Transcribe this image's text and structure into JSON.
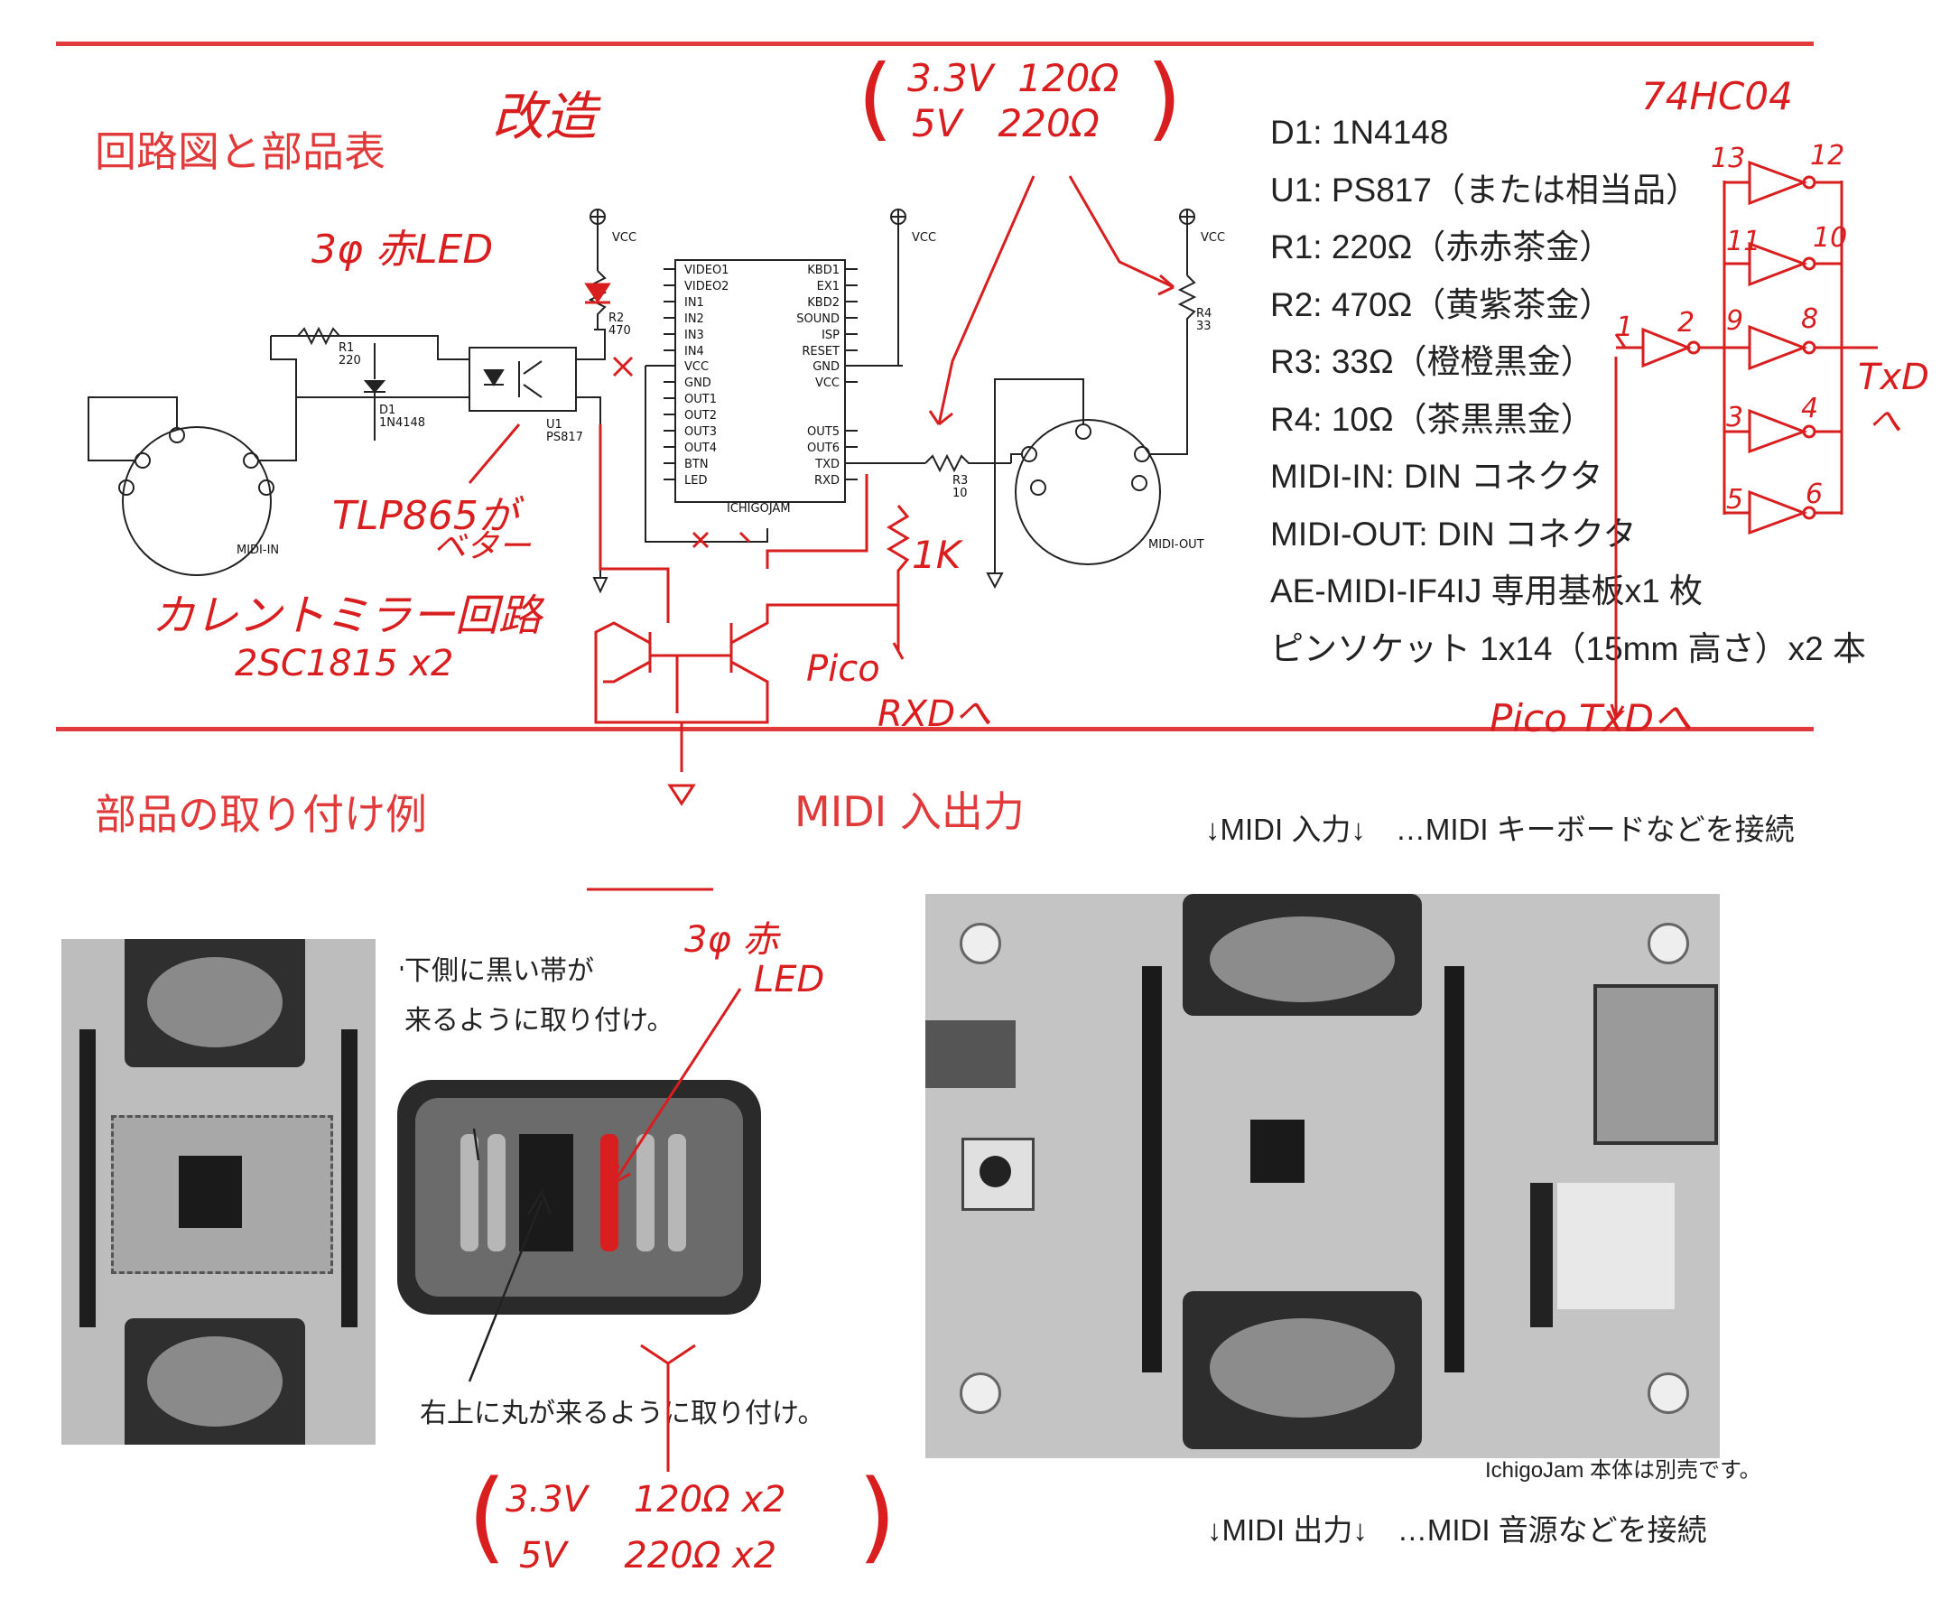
{
  "headings": {
    "circuit": "回路図と部品表",
    "mod": "改造",
    "install": "部品の取り付け例",
    "midi_io": "MIDI 入出力"
  },
  "handwritten": {
    "top_values_line1": "3.3V  120Ω",
    "top_values_line2": "5V   220Ω",
    "led_note": "3φ 赤LED",
    "tlp_note_1": "TLP865が",
    "tlp_note_2": "ベター",
    "mirror_note_1": "カレントミラー回路",
    "mirror_note_2": "2SC1815 x2",
    "r_1k": "1K",
    "pico_rxd_1": "Pico",
    "pico_rxd_2": "RXDへ",
    "ic_74hc04": "74HC04",
    "txd_out_1": "TxD",
    "txd_out_2": "へ",
    "pico_txd": "Pico TxDへ",
    "led_photo_1": "3φ 赤",
    "led_photo_2": "LED",
    "bottom_line1": "3.3V    120Ω x2",
    "bottom_line2": "5V     220Ω x2"
  },
  "parts_list": [
    "D1: 1N4148",
    "U1: PS817（または相当品）",
    "R1: 220Ω（赤赤茶金）",
    "R2: 470Ω（黄紫茶金）",
    "R3: 33Ω（橙橙黒金）",
    "R4: 10Ω（茶黒黒金）",
    "MIDI-IN: DIN コネクタ",
    "MIDI-OUT: DIN コネクタ",
    "AE-MIDI-IF4IJ 専用基板x1 枚",
    "ピンソケット 1x14（15mm 高さ）x2 本"
  ],
  "schematic": {
    "vcc": "VCC",
    "r1": "R1",
    "r1_val": "220",
    "r2": "R2",
    "r2_val": "470",
    "r3": "R3",
    "r3_val": "10",
    "r4": "R4",
    "r4_val": "33",
    "d1": "D1",
    "d1_val": "1N4148",
    "u1": "U1",
    "u1_val": "PS817",
    "midi_in": "MIDI-IN",
    "midi_out": "MIDI-OUT",
    "ichigojam": "ICHIGOJAM",
    "left_pins": [
      "VIDEO1",
      "VIDEO2",
      "IN1",
      "IN2",
      "IN3",
      "IN4",
      "VCC",
      "GND",
      "OUT1",
      "OUT2",
      "OUT3",
      "OUT4",
      "BTN",
      "LED"
    ],
    "right_pins": [
      "KBD1",
      "EX1",
      "KBD2",
      "SOUND",
      "ISP",
      "RESET",
      "GND",
      "VCC",
      "",
      "",
      "OUT5",
      "OUT6",
      "TXD",
      "RXD"
    ],
    "inverter_pins": [
      "13",
      "12",
      "11",
      "10",
      "1",
      "2",
      "9",
      "8",
      "3",
      "4",
      "5",
      "6"
    ]
  },
  "annotations": {
    "black_band_1": "下側に黒い帯が",
    "black_band_2": "来るように取り付け。",
    "circle_top_right": "右上に丸が来るように取り付け。",
    "midi_in_caption": "↓MIDI 入力↓　…MIDI キーボードなどを接続",
    "midi_out_caption": "↓MIDI 出力↓　…MIDI 音源などを接続",
    "sold_separately": "IchigoJam 本体は別売です。"
  },
  "colors": {
    "red": "#e03a3a",
    "pen": "#d81e1e",
    "ink": "#222222"
  }
}
